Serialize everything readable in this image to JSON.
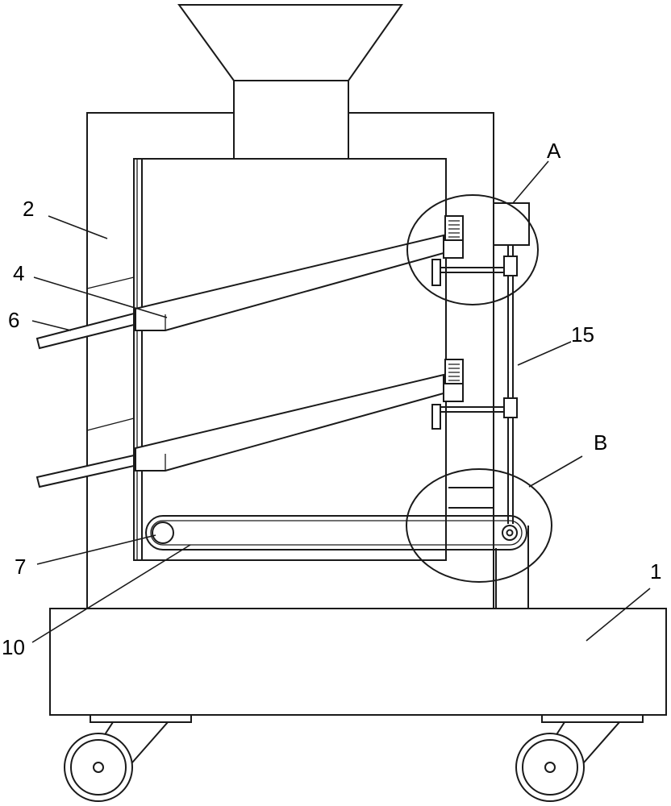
{
  "labels": {
    "frame": "2",
    "screen": "4",
    "outlet": "6",
    "roller": "7",
    "belt": "10",
    "base": "1",
    "rod": "15",
    "detail_a": "A",
    "detail_b": "B"
  },
  "colors": {
    "line": "#1a1a1a",
    "background": "#ffffff"
  }
}
